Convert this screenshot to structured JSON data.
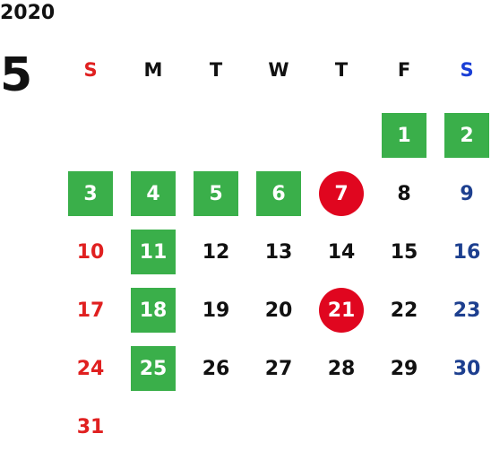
{
  "calendar": {
    "year": "2020",
    "month": "5",
    "weekdays": [
      "S",
      "M",
      "T",
      "W",
      "T",
      "F",
      "S"
    ],
    "weekday_colors": [
      "#e02020",
      "#111111",
      "#111111",
      "#111111",
      "#111111",
      "#111111",
      "#1a3fd6"
    ],
    "colors": {
      "holiday_green": "#3aaf4a",
      "highlight_red": "#e0061f",
      "sunday": "#e02020",
      "saturday": "#1d3f8f",
      "text": "#111111"
    },
    "days": [
      {
        "day": "1",
        "col": 5,
        "row": 0,
        "style": "green"
      },
      {
        "day": "2",
        "col": 6,
        "row": 0,
        "style": "green"
      },
      {
        "day": "3",
        "col": 0,
        "row": 1,
        "style": "green"
      },
      {
        "day": "4",
        "col": 1,
        "row": 1,
        "style": "green"
      },
      {
        "day": "5",
        "col": 2,
        "row": 1,
        "style": "green"
      },
      {
        "day": "6",
        "col": 3,
        "row": 1,
        "style": "green"
      },
      {
        "day": "7",
        "col": 4,
        "row": 1,
        "style": "red-circle"
      },
      {
        "day": "8",
        "col": 5,
        "row": 1,
        "style": ""
      },
      {
        "day": "9",
        "col": 6,
        "row": 1,
        "style": "sat"
      },
      {
        "day": "10",
        "col": 0,
        "row": 2,
        "style": "sun"
      },
      {
        "day": "11",
        "col": 1,
        "row": 2,
        "style": "green"
      },
      {
        "day": "12",
        "col": 2,
        "row": 2,
        "style": ""
      },
      {
        "day": "13",
        "col": 3,
        "row": 2,
        "style": ""
      },
      {
        "day": "14",
        "col": 4,
        "row": 2,
        "style": ""
      },
      {
        "day": "15",
        "col": 5,
        "row": 2,
        "style": ""
      },
      {
        "day": "16",
        "col": 6,
        "row": 2,
        "style": "sat"
      },
      {
        "day": "17",
        "col": 0,
        "row": 3,
        "style": "sun"
      },
      {
        "day": "18",
        "col": 1,
        "row": 3,
        "style": "green"
      },
      {
        "day": "19",
        "col": 2,
        "row": 3,
        "style": ""
      },
      {
        "day": "20",
        "col": 3,
        "row": 3,
        "style": ""
      },
      {
        "day": "21",
        "col": 4,
        "row": 3,
        "style": "red-circle"
      },
      {
        "day": "22",
        "col": 5,
        "row": 3,
        "style": ""
      },
      {
        "day": "23",
        "col": 6,
        "row": 3,
        "style": "sat"
      },
      {
        "day": "24",
        "col": 0,
        "row": 4,
        "style": "sun"
      },
      {
        "day": "25",
        "col": 1,
        "row": 4,
        "style": "green"
      },
      {
        "day": "26",
        "col": 2,
        "row": 4,
        "style": ""
      },
      {
        "day": "27",
        "col": 3,
        "row": 4,
        "style": ""
      },
      {
        "day": "28",
        "col": 4,
        "row": 4,
        "style": ""
      },
      {
        "day": "29",
        "col": 5,
        "row": 4,
        "style": ""
      },
      {
        "day": "30",
        "col": 6,
        "row": 4,
        "style": "sat"
      },
      {
        "day": "31",
        "col": 0,
        "row": 5,
        "style": "sun"
      }
    ]
  }
}
